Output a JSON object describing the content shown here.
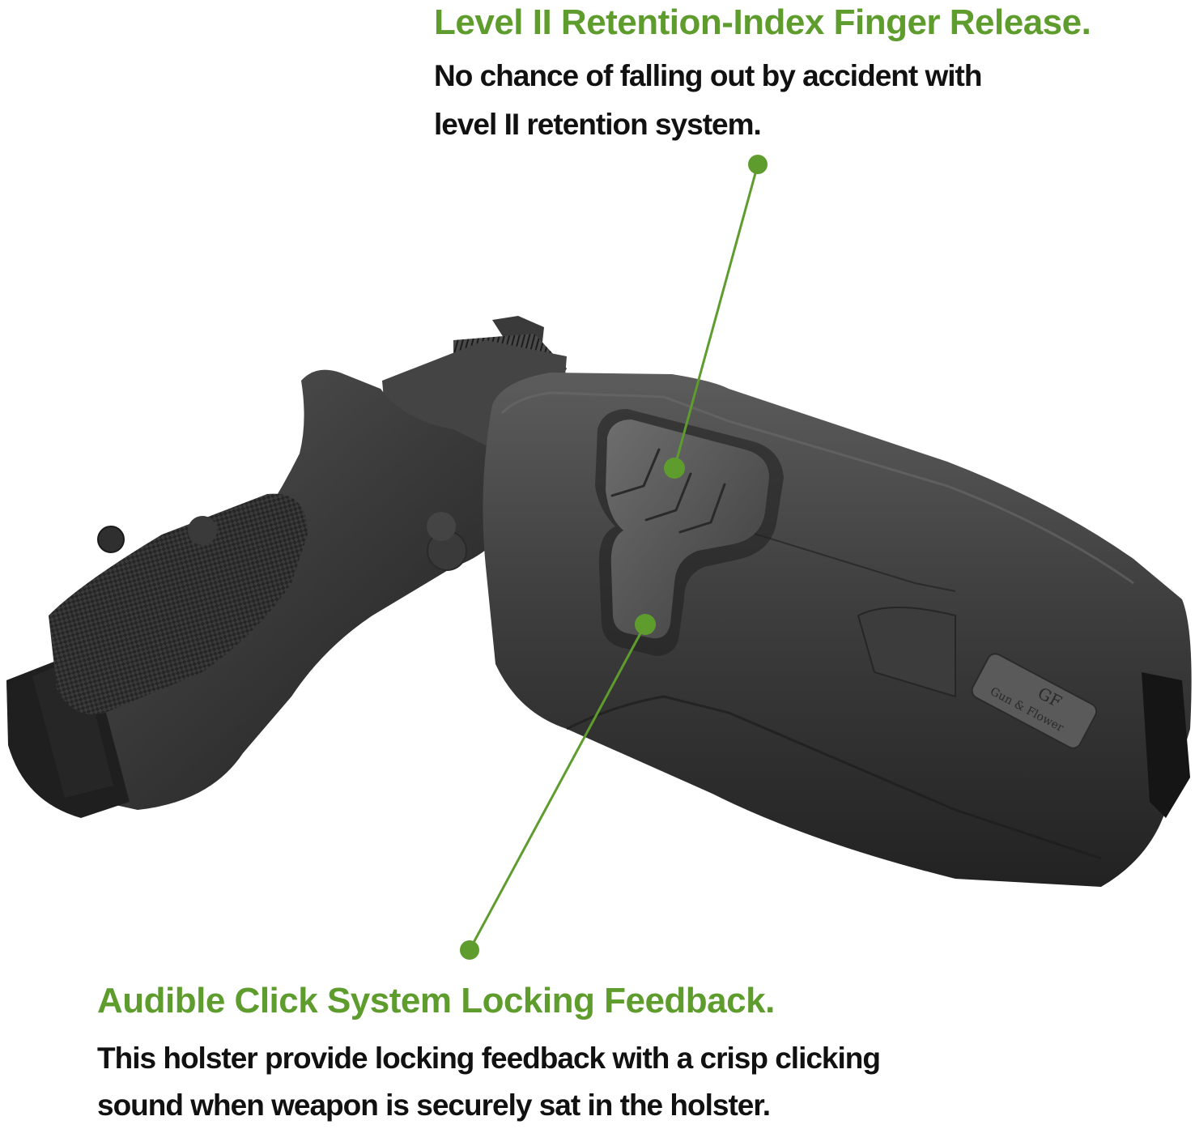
{
  "callouts": [
    {
      "id": "retention",
      "title": "Level II Retention-Index Finger Release.",
      "body_lines": [
        "No chance of falling out by accident with",
        "level II retention system."
      ],
      "pointer": {
        "label_dot": [
          936,
          203
        ],
        "target_dot": [
          833,
          578
        ]
      }
    },
    {
      "id": "click",
      "title": "Audible Click System Locking Feedback.",
      "body_lines": [
        "This holster provide locking feedback with a crisp clicking",
        "sound when weapon is securely sat in the holster."
      ],
      "pointer": {
        "label_dot": [
          580,
          1173
        ],
        "target_dot": [
          797,
          771
        ]
      }
    }
  ],
  "product": {
    "brand_logo": "GF",
    "brand_name": "Gun & Flower",
    "subject": "pistol-in-holster"
  },
  "colors": {
    "accent_green": "#5e9c2e",
    "body_text": "#111111",
    "background": "#ffffff",
    "holster_dark": "#2b2b2b",
    "holster_mid": "#4a4a4a"
  }
}
